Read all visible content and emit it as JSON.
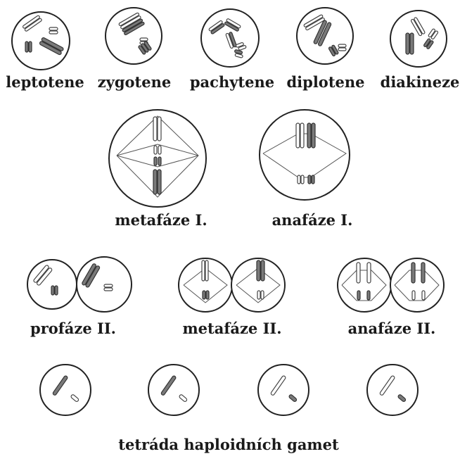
{
  "labels": {
    "leptotene": "leptotene",
    "zygotene": "zygotene",
    "pachytene": "pachytene",
    "diplotene": "diplotene",
    "diakineze": "diakineze",
    "metafaze1": "metafáze I.",
    "anafaze1": "anafáze I.",
    "profaze2": "profáze II.",
    "metafaze2": "metafáze II.",
    "anafaze2": "anafáze II.",
    "tetrada": "tetráda haploidních gamet"
  },
  "colors": {
    "outline": "#222222",
    "dark_chromosome": "#7a7a7a",
    "light_chromosome": "#ffffff",
    "spindle": "#555555"
  }
}
